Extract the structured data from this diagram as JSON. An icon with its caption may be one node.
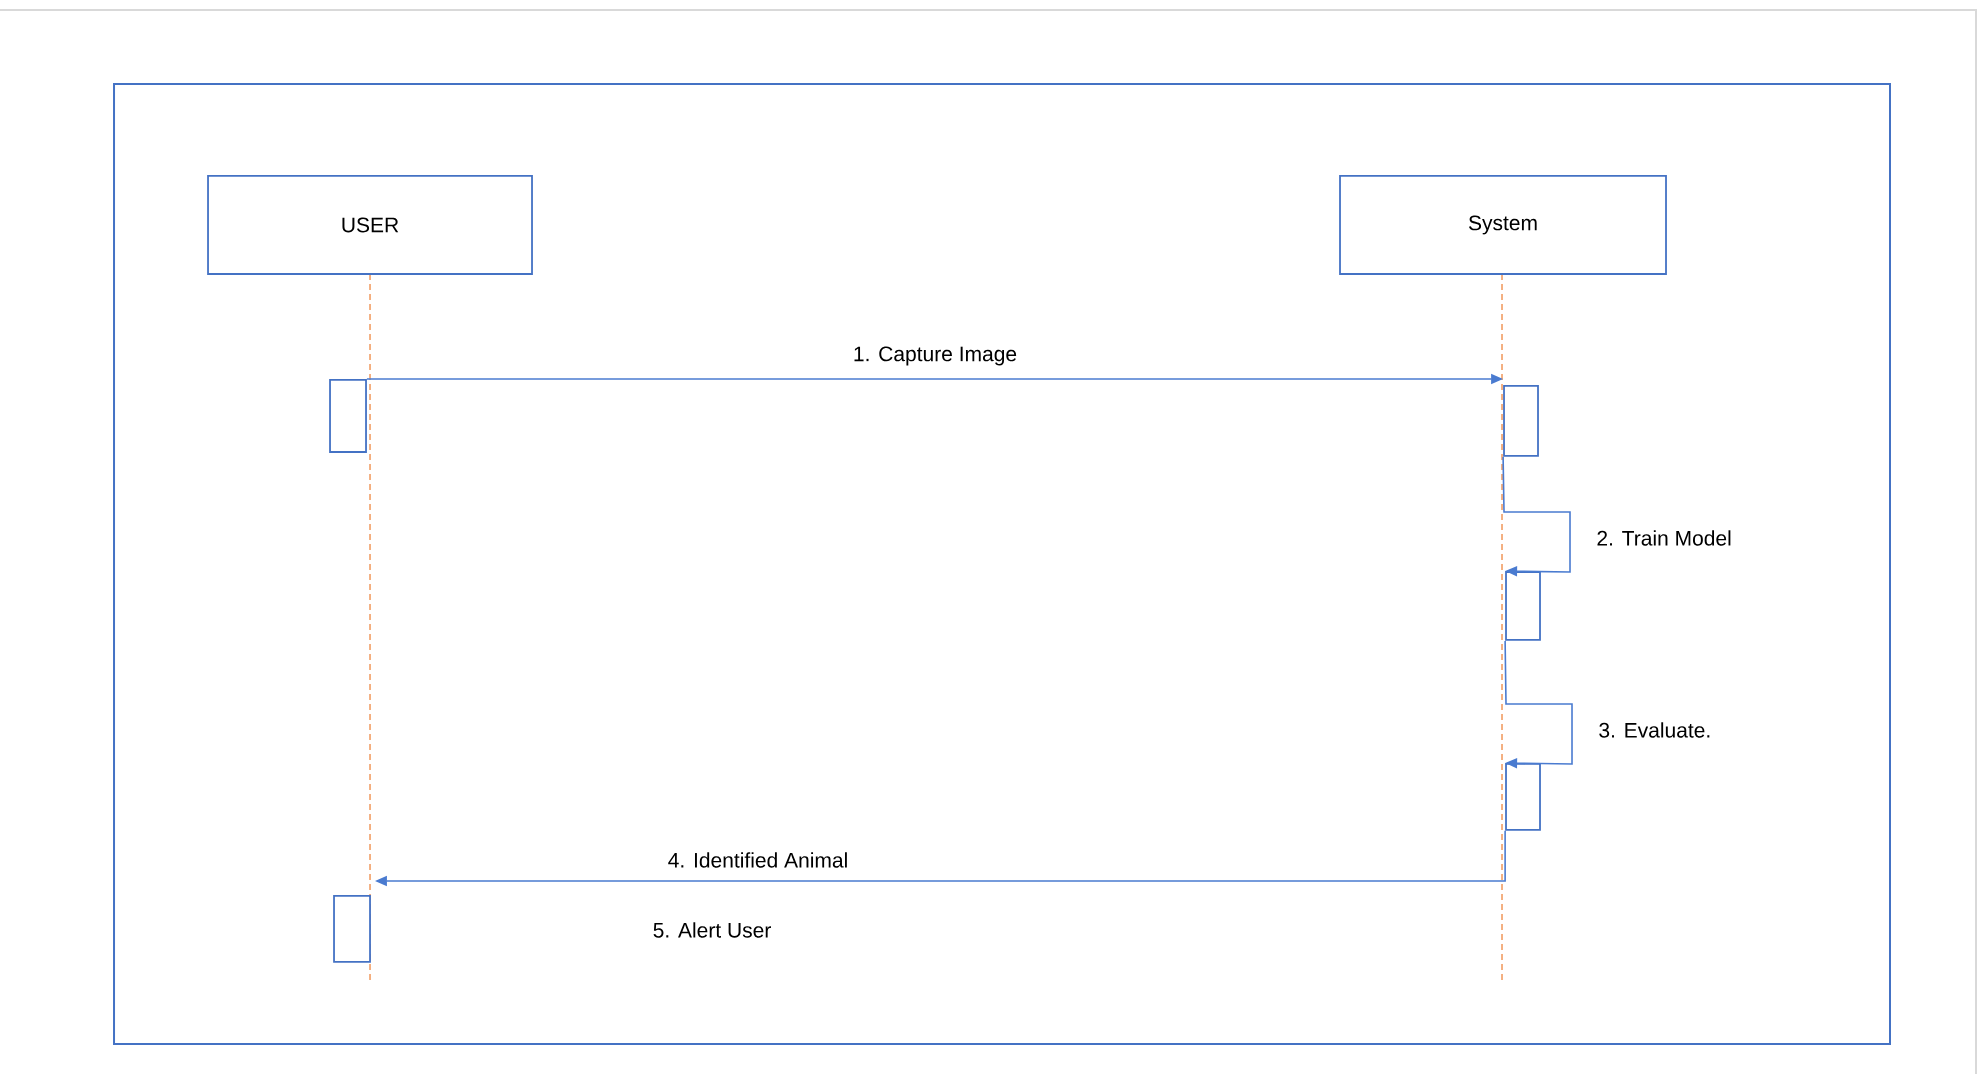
{
  "diagram": {
    "nodes": [
      {
        "text": [
          "USER"
        ]
      },
      {
        "text": [
          "System"
        ]
      },
      {
        "text": [],
        "shape": "box"
      },
      {
        "text": [],
        "shape": "box"
      },
      {
        "text": [],
        "shape": "box"
      },
      {
        "text": [],
        "shape": "box"
      },
      {
        "text": [],
        "shape": "box"
      }
    ],
    "edges": [
      {
        "from": 2,
        "to": 3,
        "arrow": "to",
        "label": "1. Capture Image"
      },
      {
        "from": 3,
        "to": 4,
        "arrow": "to",
        "label": "2. Train Model"
      },
      {
        "from": 4,
        "to": 5,
        "arrow": "to",
        "label": "3. Evaluate."
      },
      {
        "from": 5,
        "to": 6,
        "arrow": "to",
        "label": "4. Identified Animal"
      }
    ],
    "labels": [
      "5. Alert User"
    ]
  }
}
